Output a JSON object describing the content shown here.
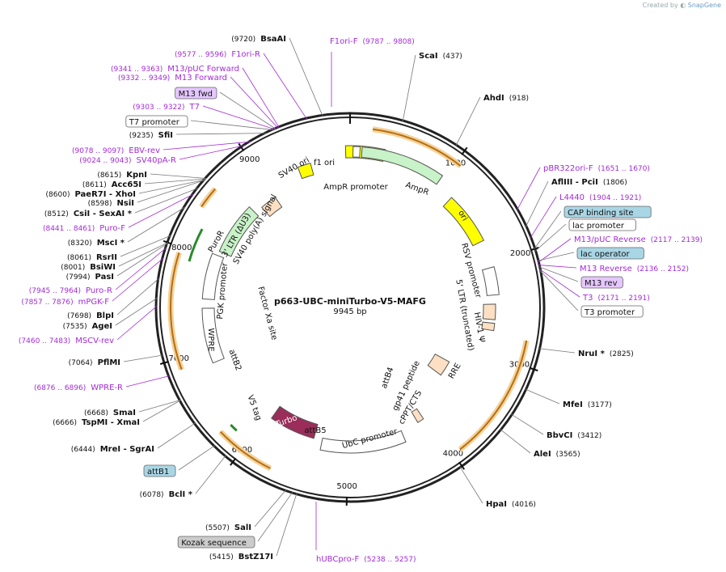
{
  "credit": {
    "prefix": "Created by",
    "brand": "SnapGene"
  },
  "plasmid": {
    "name": "p663-UBC-miniTurbo-V5-MAFG",
    "length": "9945 bp"
  },
  "colors": {
    "enzyme": "#111111",
    "primer": "#a32bd6",
    "feature_arrow": "#dcdcdc",
    "orf": "#d99a2b",
    "backbone": "#222222"
  },
  "ring": {
    "ticks": [
      "1000",
      "2000",
      "3000",
      "4000",
      "5000",
      "6000",
      "7000",
      "8000",
      "9000"
    ]
  },
  "features": [
    {
      "label": "f1 ori",
      "style": "yellow"
    },
    {
      "label": "AmpR promoter",
      "style": "plain"
    },
    {
      "label": "AmpR",
      "style": "green"
    },
    {
      "label": "ori",
      "style": "yellow"
    },
    {
      "label": "RSV promoter",
      "style": "plain"
    },
    {
      "label": "5' LTR (truncated)",
      "style": "plain"
    },
    {
      "label": "HIV-1 Ψ",
      "style": "plain"
    },
    {
      "label": "RRE",
      "style": "plain"
    },
    {
      "label": "gp41 peptide",
      "style": "plain"
    },
    {
      "label": "cPPT/CTS",
      "style": "plain"
    },
    {
      "label": "UbC promoter",
      "style": "plain"
    },
    {
      "label": "attB5",
      "style": "plain"
    },
    {
      "label": "miniTurbo",
      "style": "magenta"
    },
    {
      "label": "V5 tag",
      "style": "plain"
    },
    {
      "label": "attB2",
      "style": "plain"
    },
    {
      "label": "WPRE",
      "style": "plain"
    },
    {
      "label": "PGK promoter",
      "style": "plain"
    },
    {
      "label": "PuroR",
      "style": "green"
    },
    {
      "label": "3' LTR (ΔU3)",
      "style": "plain"
    },
    {
      "label": "SV40 poly(A) signal",
      "style": "plain"
    },
    {
      "label": "SV40 ori",
      "style": "plain"
    },
    {
      "label": "attB4",
      "style": "plain"
    },
    {
      "label": "Factor Xa site",
      "style": "plain"
    }
  ],
  "right_labels": [
    {
      "name": "ScaI",
      "pos": "(437)",
      "kind": "enzyme"
    },
    {
      "name": "AhdI",
      "pos": "(918)",
      "kind": "enzyme"
    },
    {
      "name": "pBR322ori-F",
      "pos": "(1651 .. 1670)",
      "kind": "primer"
    },
    {
      "name": "AflIII  - PciI",
      "pos": "(1806)",
      "kind": "enzyme"
    },
    {
      "name": "L4440",
      "pos": "(1904 .. 1921)",
      "kind": "primer"
    },
    {
      "name": "CAP binding site",
      "pos": "",
      "kind": "box-teal"
    },
    {
      "name": "lac promoter",
      "pos": "",
      "kind": "box-white"
    },
    {
      "name": "M13/pUC Reverse",
      "pos": "(2117 .. 2139)",
      "kind": "primer"
    },
    {
      "name": "lac operator",
      "pos": "",
      "kind": "box-teal"
    },
    {
      "name": "M13 Reverse",
      "pos": "(2136 .. 2152)",
      "kind": "primer"
    },
    {
      "name": "M13 rev",
      "pos": "",
      "kind": "box-violet"
    },
    {
      "name": "T3",
      "pos": "(2171 .. 2191)",
      "kind": "primer"
    },
    {
      "name": "T3 promoter",
      "pos": "",
      "kind": "box-white"
    },
    {
      "name": "NruI *",
      "pos": "(2825)",
      "kind": "enzyme"
    },
    {
      "name": "MfeI",
      "pos": "(3177)",
      "kind": "enzyme"
    },
    {
      "name": "BbvCI",
      "pos": "(3412)",
      "kind": "enzyme"
    },
    {
      "name": "AleI",
      "pos": "(3565)",
      "kind": "enzyme"
    },
    {
      "name": "HpaI",
      "pos": "(4016)",
      "kind": "enzyme"
    }
  ],
  "left_labels": [
    {
      "name": "BsaAI",
      "pos": "(9720)",
      "kind": "enzyme"
    },
    {
      "name": "F1ori-R",
      "pos": "(9577 .. 9596)",
      "kind": "primer"
    },
    {
      "name": "M13/pUC Forward",
      "pos": "(9341 .. 9363)",
      "kind": "primer"
    },
    {
      "name": "M13 Forward",
      "pos": "(9332 .. 9349)",
      "kind": "primer"
    },
    {
      "name": "M13 fwd",
      "pos": "",
      "kind": "box-violet"
    },
    {
      "name": "T7",
      "pos": "(9303 .. 9322)",
      "kind": "primer"
    },
    {
      "name": "T7 promoter",
      "pos": "",
      "kind": "box-white"
    },
    {
      "name": "SfiI",
      "pos": "(9235)",
      "kind": "enzyme"
    },
    {
      "name": "EBV-rev",
      "pos": "(9078 .. 9097)",
      "kind": "primer"
    },
    {
      "name": "SV40pA-R",
      "pos": "(9024 .. 9043)",
      "kind": "primer"
    },
    {
      "name": "KpnI",
      "pos": "(8615)",
      "kind": "enzyme"
    },
    {
      "name": "Acc65I",
      "pos": "(8611)",
      "kind": "enzyme"
    },
    {
      "name": "PaeR7I  - XhoI",
      "pos": "(8600)",
      "kind": "enzyme"
    },
    {
      "name": "NsiI",
      "pos": "(8598)",
      "kind": "enzyme"
    },
    {
      "name": "CsiI  - SexAI *",
      "pos": "(8512)",
      "kind": "enzyme"
    },
    {
      "name": "Puro-F",
      "pos": "(8441 .. 8461)",
      "kind": "primer"
    },
    {
      "name": "MscI *",
      "pos": "(8320)",
      "kind": "enzyme"
    },
    {
      "name": "RsrII",
      "pos": "(8061)",
      "kind": "enzyme"
    },
    {
      "name": "BsiWI",
      "pos": "(8001)",
      "kind": "enzyme"
    },
    {
      "name": "PasI",
      "pos": "(7994)",
      "kind": "enzyme"
    },
    {
      "name": "Puro-R",
      "pos": "(7945 .. 7964)",
      "kind": "primer"
    },
    {
      "name": "mPGK-F",
      "pos": "(7857 .. 7876)",
      "kind": "primer"
    },
    {
      "name": "BlpI",
      "pos": "(7698)",
      "kind": "enzyme"
    },
    {
      "name": "AgeI",
      "pos": "(7535)",
      "kind": "enzyme"
    },
    {
      "name": "MSCV-rev",
      "pos": "(7460 .. 7483)",
      "kind": "primer"
    },
    {
      "name": "PflMI",
      "pos": "(7064)",
      "kind": "enzyme"
    },
    {
      "name": "WPRE-R",
      "pos": "(6876 .. 6896)",
      "kind": "primer"
    },
    {
      "name": "SmaI",
      "pos": "(6668)",
      "kind": "enzyme"
    },
    {
      "name": "TspMI  - XmaI",
      "pos": "(6666)",
      "kind": "enzyme"
    },
    {
      "name": "MreI  - SgrAI",
      "pos": "(6444)",
      "kind": "enzyme"
    },
    {
      "name": "attB1",
      "pos": "",
      "kind": "box-teal"
    },
    {
      "name": "BclI *",
      "pos": "(6078)",
      "kind": "enzyme"
    },
    {
      "name": "SalI",
      "pos": "(5507)",
      "kind": "enzyme"
    },
    {
      "name": "Kozak sequence",
      "pos": "",
      "kind": "box-gray"
    },
    {
      "name": "BstZ17I",
      "pos": "(5415)",
      "kind": "enzyme"
    }
  ],
  "top_labels": [
    {
      "name": "F1ori-F",
      "pos": "(9787 .. 9808)",
      "kind": "primer"
    }
  ],
  "bottom_labels": [
    {
      "name": "hUBCpro-F",
      "pos": "(5238 .. 5257)",
      "kind": "primer"
    }
  ]
}
